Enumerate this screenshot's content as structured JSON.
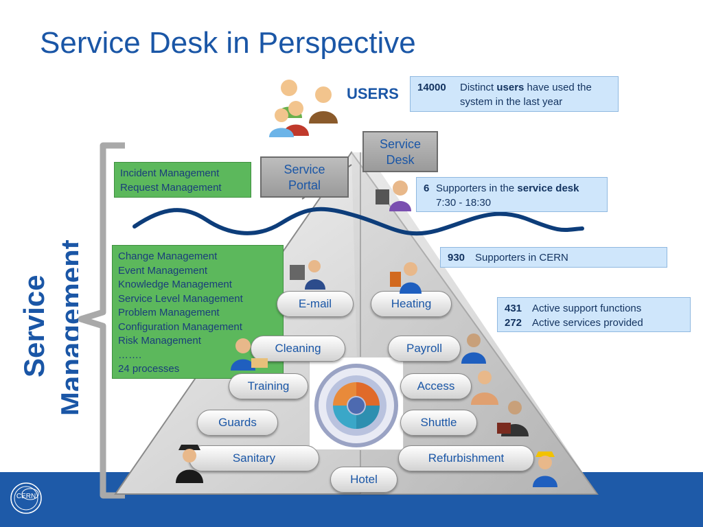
{
  "title": "Service Desk in Perspective",
  "side_title": [
    "Service",
    "Management"
  ],
  "users": {
    "label": "USERS",
    "info": {
      "number": "14000",
      "text_pre": "Distinct ",
      "text_bold": "users",
      "text_post": " have used the system in the last year"
    }
  },
  "top_boxes": {
    "service_portal": [
      "Service",
      "Portal"
    ],
    "service_desk": [
      "Service",
      "Desk"
    ]
  },
  "green_top": [
    "Incident Management",
    "Request Management"
  ],
  "green_main": [
    "Change Management",
    "Event Management",
    "Knowledge Management",
    "Service Level Management",
    "Problem Management",
    "Configuration Management",
    "Risk Management",
    "…….",
    "24 processes"
  ],
  "info_boxes": {
    "desk": {
      "number": "6",
      "text_pre": "Supporters in the ",
      "text_bold": "service desk",
      "line2": "7:30 - 18:30"
    },
    "cern": {
      "number": "930",
      "text": "Supporters in CERN"
    },
    "functions": [
      {
        "number": "431",
        "text": "Active support functions"
      },
      {
        "number": "272",
        "text": "Active services provided"
      }
    ]
  },
  "services": [
    "E-mail",
    "Heating",
    "Cleaning",
    "Payroll",
    "Training",
    "Access",
    "Guards",
    "Shuttle",
    "Sanitary",
    "Refurbishment",
    "Hotel"
  ],
  "colors": {
    "accent": "#1a56a6",
    "green": "#5cb85c",
    "info_bg": "#cfe6fb",
    "footer": "#1e5aa8",
    "wave": "#0d3d7a"
  },
  "logo": "CERN"
}
